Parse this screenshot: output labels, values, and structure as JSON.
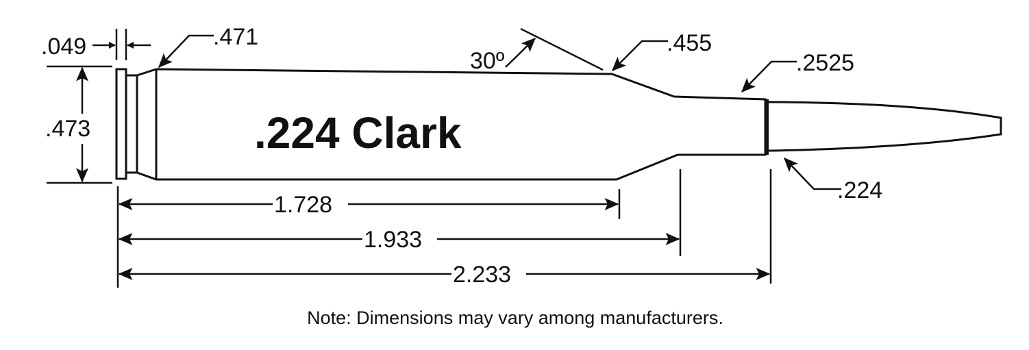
{
  "cartridge": {
    "name": ".224 Clark"
  },
  "dimensions": {
    "rim_thickness": ".049",
    "base_diameter": ".471",
    "rim_diameter": ".473",
    "shoulder_angle": "30º",
    "shoulder_diameter": ".455",
    "neck_diameter": ".2525",
    "bullet_diameter": ".224",
    "length_to_shoulder": "1.728",
    "length_to_neck": "1.933",
    "case_length": "2.233"
  },
  "note": "Note: Dimensions may vary among manufacturers."
}
